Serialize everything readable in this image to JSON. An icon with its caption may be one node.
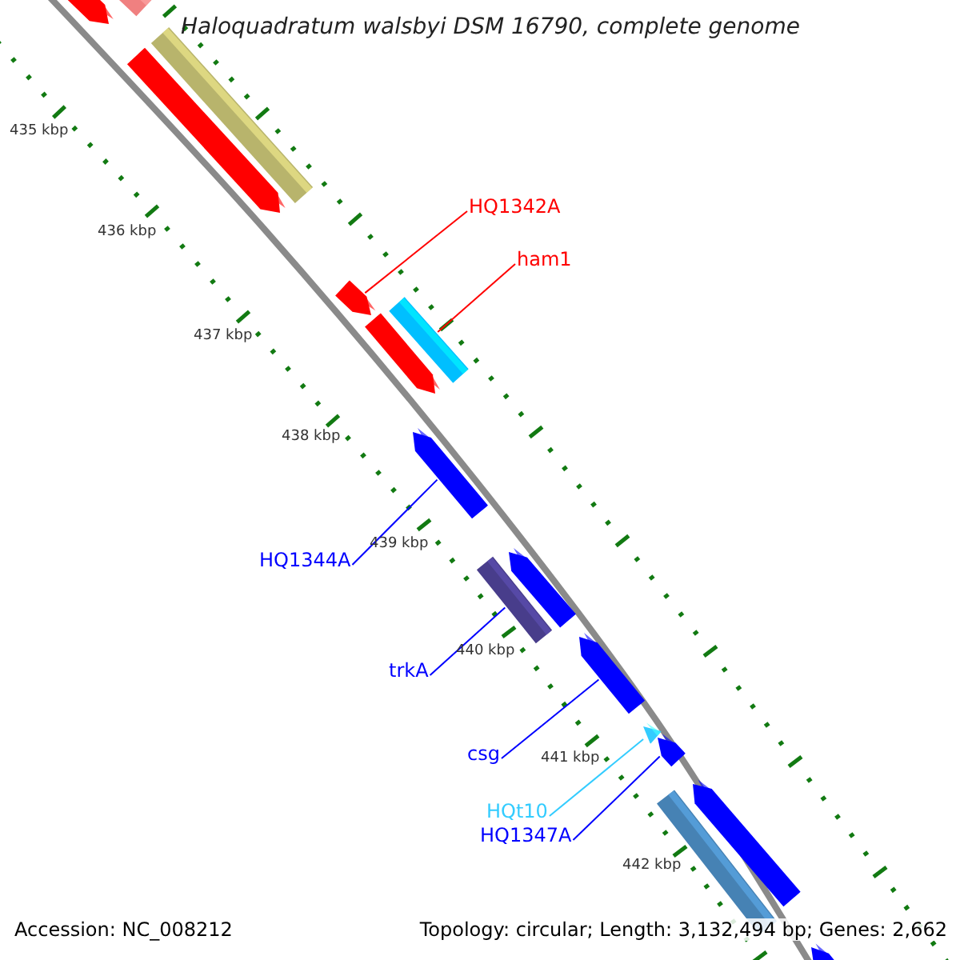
{
  "diagram": {
    "title": "Haloquadratum walsbyi DSM 16790, complete genome",
    "nodes": [
      {
        "text": [
          "HQ1342A"
        ]
      },
      {
        "text": [
          "ham1"
        ]
      },
      {
        "text": [
          "HQ1344A"
        ]
      },
      {
        "text": [
          "trkA"
        ]
      },
      {
        "text": [
          "csg"
        ]
      },
      {
        "text": [
          "HQt10"
        ]
      },
      {
        "text": [
          "HQ1347A"
        ]
      },
      {
        "text": [],
        "shape": "pentagon"
      },
      {
        "text": [],
        "shape": "bar"
      },
      {
        "text": [],
        "shape": "bar"
      },
      {
        "text": [],
        "shape": "pentagon"
      },
      {
        "text": [],
        "shape": "pentagon"
      },
      {
        "text": [],
        "shape": "bar"
      },
      {
        "text": [],
        "shape": "pentagon"
      },
      {
        "text": [],
        "shape": "pentagon"
      },
      {
        "text": [],
        "shape": "bar"
      },
      {
        "text": [],
        "shape": "pentagon"
      },
      {
        "text": [],
        "shape": "pentagon"
      },
      {
        "text": [],
        "shape": "pentagon"
      },
      {
        "text": [],
        "shape": "pentagon"
      },
      {
        "text": [],
        "shape": "bar"
      },
      {
        "text": [],
        "shape": "pentagon"
      },
      {
        "text": [],
        "shape": "pentagon"
      }
    ],
    "edges": [
      {
        "from": 0,
        "to": 11,
        "arrow": "none",
        "color": "#ff0000"
      },
      {
        "from": 1,
        "to": 12,
        "arrow": "none",
        "color": "#ff0000"
      },
      {
        "from": 2,
        "to": 14,
        "arrow": "none"
      },
      {
        "from": 3,
        "to": 15,
        "arrow": "none"
      },
      {
        "from": 4,
        "to": 17,
        "arrow": "none"
      },
      {
        "from": 5,
        "to": 18,
        "arrow": "none",
        "color": "#33ccff"
      },
      {
        "from": 6,
        "to": 19,
        "arrow": "none"
      }
    ],
    "labels": [
      "435 kbp",
      "436 kbp",
      "437 kbp",
      "438 kbp",
      "439 kbp",
      "440 kbp",
      "441 kbp",
      "442 kbp",
      "Accession: NC_008212",
      "Topology: circular; Length: 3,132,494 bp; Genes: 2,662"
    ]
  }
}
